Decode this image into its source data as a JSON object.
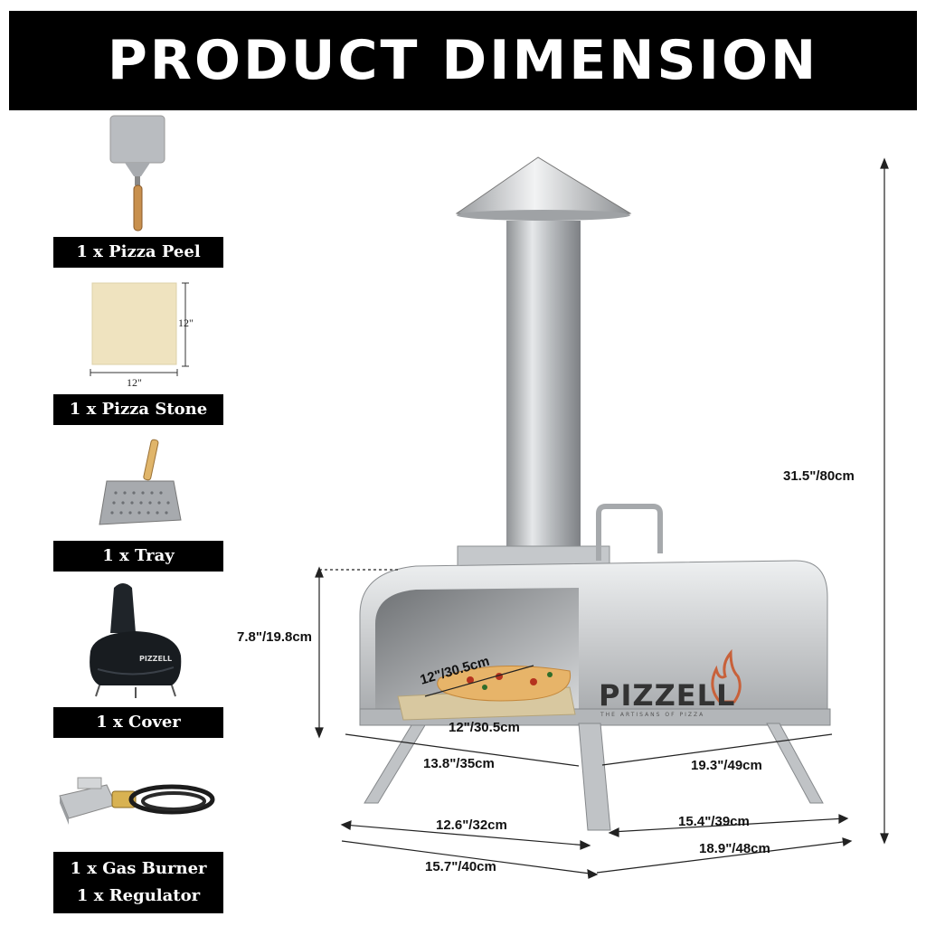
{
  "header": {
    "title": "PRODUCT DIMENSION"
  },
  "accessories": [
    {
      "label": "1 x Pizza Peel"
    },
    {
      "label": "1 x Pizza Stone",
      "width": "12\"",
      "height": "12\""
    },
    {
      "label": "1 x Tray"
    },
    {
      "label": "1 x Cover"
    },
    {
      "label_line1": "1 x Gas Burner",
      "label_line2": "1 x Regulator"
    }
  ],
  "oven": {
    "brand": "PIZZELL",
    "tagline": "THE ARTISANS OF PIZZA",
    "cover_brand": "PIZZELL"
  },
  "dimensions": {
    "total_height": "31.5\"/80cm",
    "body_height": "7.8\"/19.8cm",
    "stone_depth": "12\"/30.5cm",
    "stone_width": "12\"/30.5cm",
    "front_width": "13.8\"/35cm",
    "side_depth": "19.3\"/49cm",
    "leg_width": "12.6\"/32cm",
    "leg_depth": "15.4\"/39cm",
    "base_width": "15.7\"/40cm",
    "base_depth": "18.9\"/48cm"
  },
  "colors": {
    "banner": "#000000",
    "steel": "#c9cbcd",
    "flame": "#c8613a",
    "stone": "#efe3bf"
  }
}
